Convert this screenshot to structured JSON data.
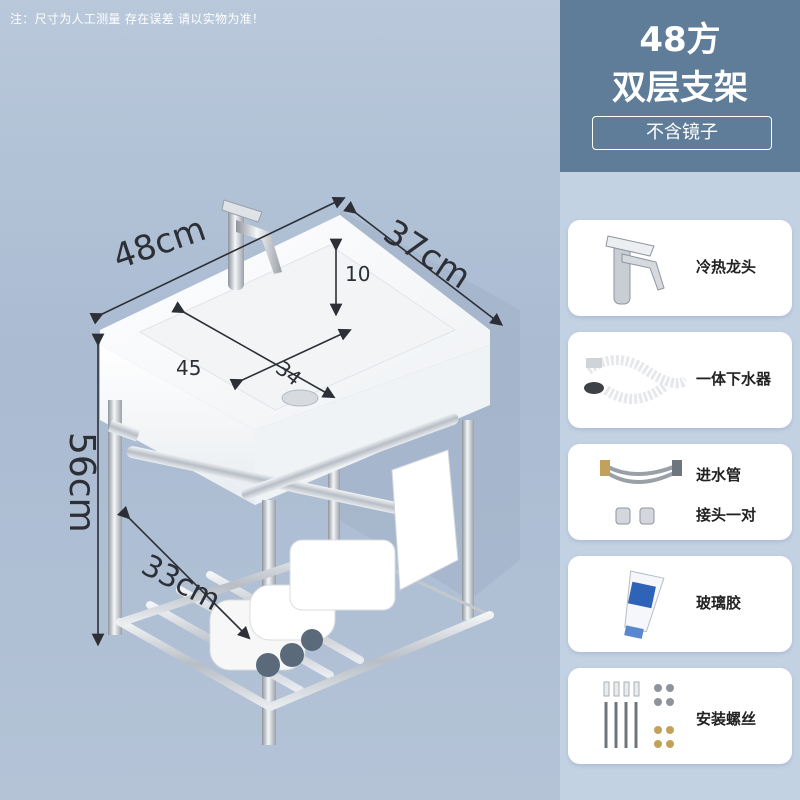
{
  "notice": "注：尺寸为人工测量 存在误差 请以实物为准！",
  "dimensions": {
    "width": "48cm",
    "depth": "37cm",
    "basin_depth": "10",
    "inner_length": "45",
    "inner_width": "34",
    "height": "56cm",
    "shelf_depth": "33cm"
  },
  "header": {
    "line1": "48方",
    "line2": "双层支架",
    "badge": "不含镜子"
  },
  "accessories": [
    {
      "icon": "faucet-icon",
      "label": "冷热龙头"
    },
    {
      "icon": "drain-hose-icon",
      "label": "一体下水器"
    },
    {
      "icon": "inlet-hose-icon",
      "label": "进水管",
      "label2": "接头一对"
    },
    {
      "icon": "glue-tube-icon",
      "label": "玻璃胶"
    },
    {
      "icon": "screws-icon",
      "label": "安装螺丝"
    }
  ],
  "colors": {
    "header_bg": "#5f7c99",
    "panel_bg": "#c3d2e3",
    "wall_bg": "#aebfd4"
  }
}
